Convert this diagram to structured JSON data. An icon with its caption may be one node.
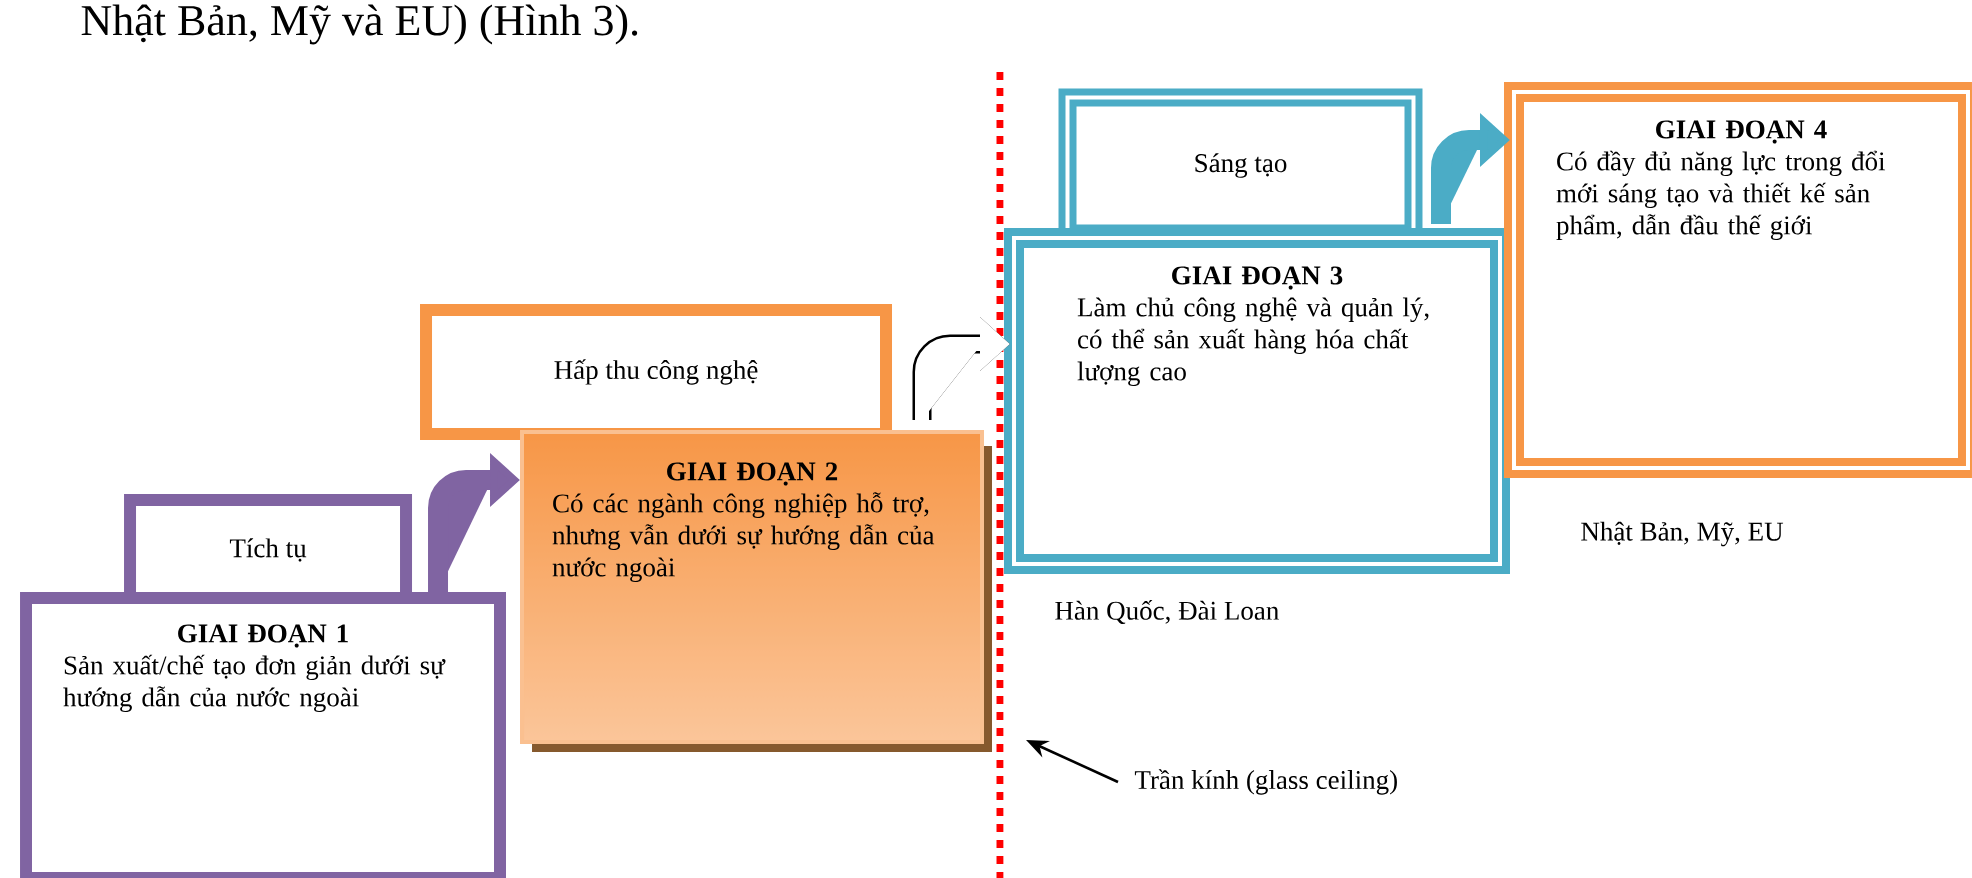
{
  "diagram": {
    "nodes": [
      {
        "text": [
          "GIAI ĐOẠN 1",
          "Sản xuất/chế tạo đơn giản dưới sự hướng dẫn của nước ngoài"
        ]
      },
      {
        "text": [
          "Tích tụ"
        ]
      },
      {
        "text": [
          "GIAI ĐOẠN 2",
          "Có các ngành công nghiệp hỗ trợ, nhưng vẫn dưới sự hướng dẫn của nước ngoài"
        ]
      },
      {
        "text": [
          "Hấp thu công nghệ"
        ]
      },
      {
        "text": [
          "GIAI ĐOẠN 3",
          "Làm chủ công nghệ và quản lý, có thể sản xuất hàng hóa chất lượng cao"
        ],
        "beside": [
          "Hàn Quốc, Đài Loan"
        ]
      },
      {
        "text": [
          "Sáng tạo"
        ]
      },
      {
        "text": [
          "GIAI ĐOẠN 4",
          "Có đầy đủ năng lực trong đổi mới sáng tạo và thiết kế sản phẩm, dẫn đầu thế giới"
        ],
        "beside": [
          "Nhật Bản, Mỹ, EU"
        ]
      },
      {
        "text": [
          "Trần kính (glass ceiling)"
        ]
      }
    ],
    "edges": [
      {
        "from": 1,
        "to": 2,
        "arrow": "to",
        "color": "#8064a2"
      },
      {
        "from": 3,
        "to": 4,
        "arrow": "to"
      },
      {
        "from": 5,
        "to": 6,
        "arrow": "to",
        "color": "#4bacc6"
      },
      {
        "from": 7,
        "to": null,
        "arrow": "to"
      }
    ],
    "labels": [
      "Nhật Bản, Mỹ và EU) (Hình 3)."
    ]
  }
}
